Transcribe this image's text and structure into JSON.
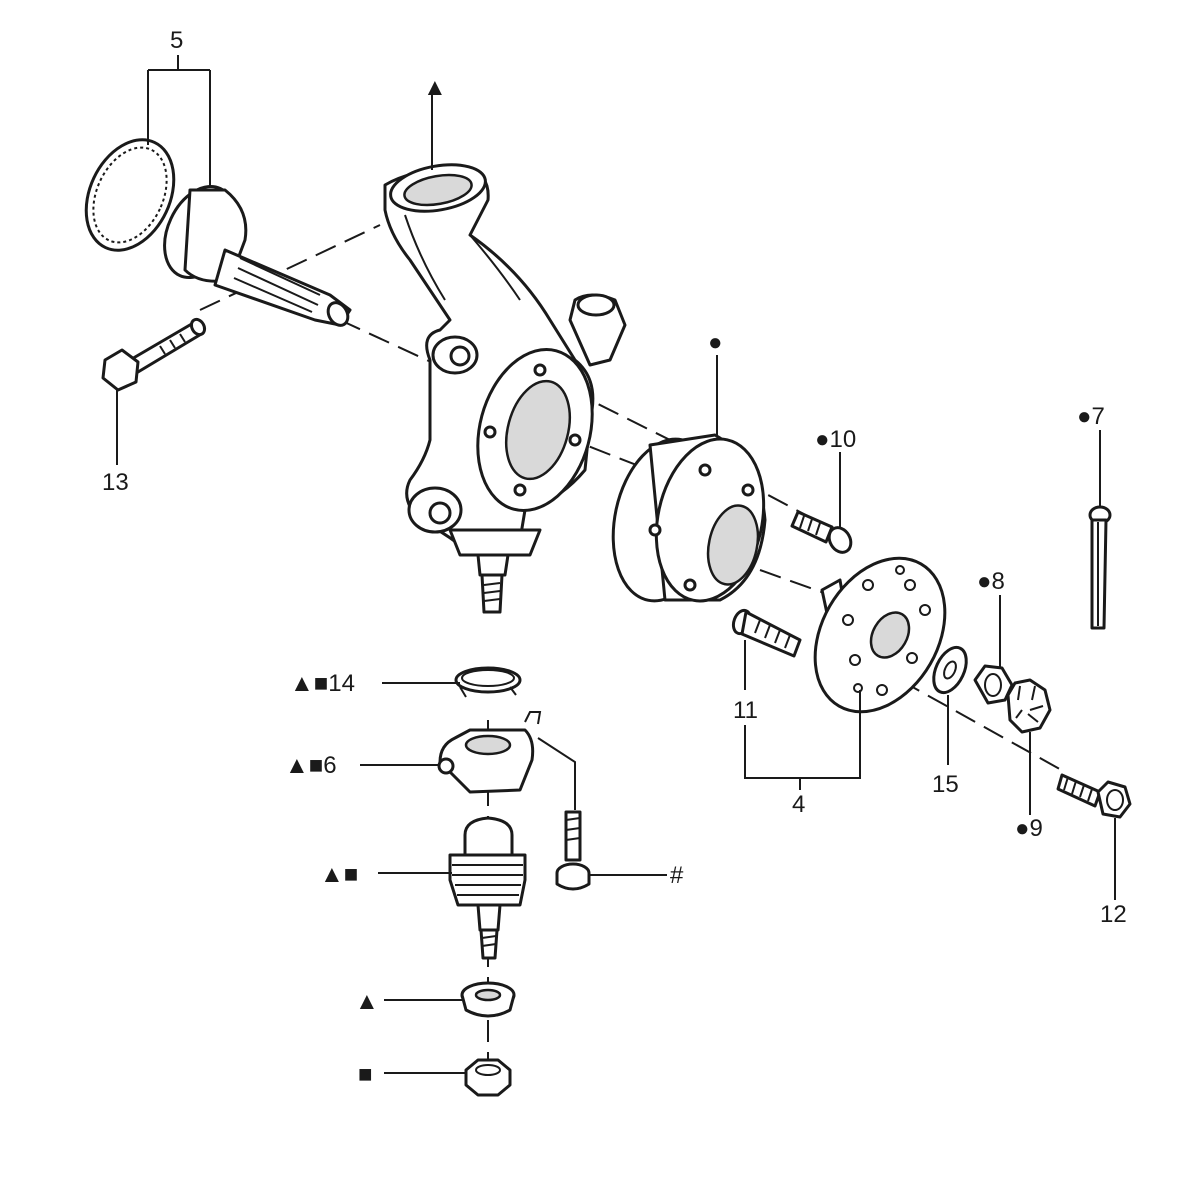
{
  "callouts": {
    "label_5": "5",
    "label_13": "13",
    "label_10": "●10",
    "label_7": "●7",
    "label_8": "●8",
    "label_11": "11",
    "label_4": "4",
    "label_15": "15",
    "label_9": "●9",
    "label_12": "12",
    "label_14": "▲■14",
    "label_6": "▲■6",
    "label_hash": "#",
    "label_tri_sq": "▲■",
    "label_tri": "▲",
    "label_sq": "■",
    "label_top_tri": "▲",
    "label_hub_dot": "●"
  }
}
